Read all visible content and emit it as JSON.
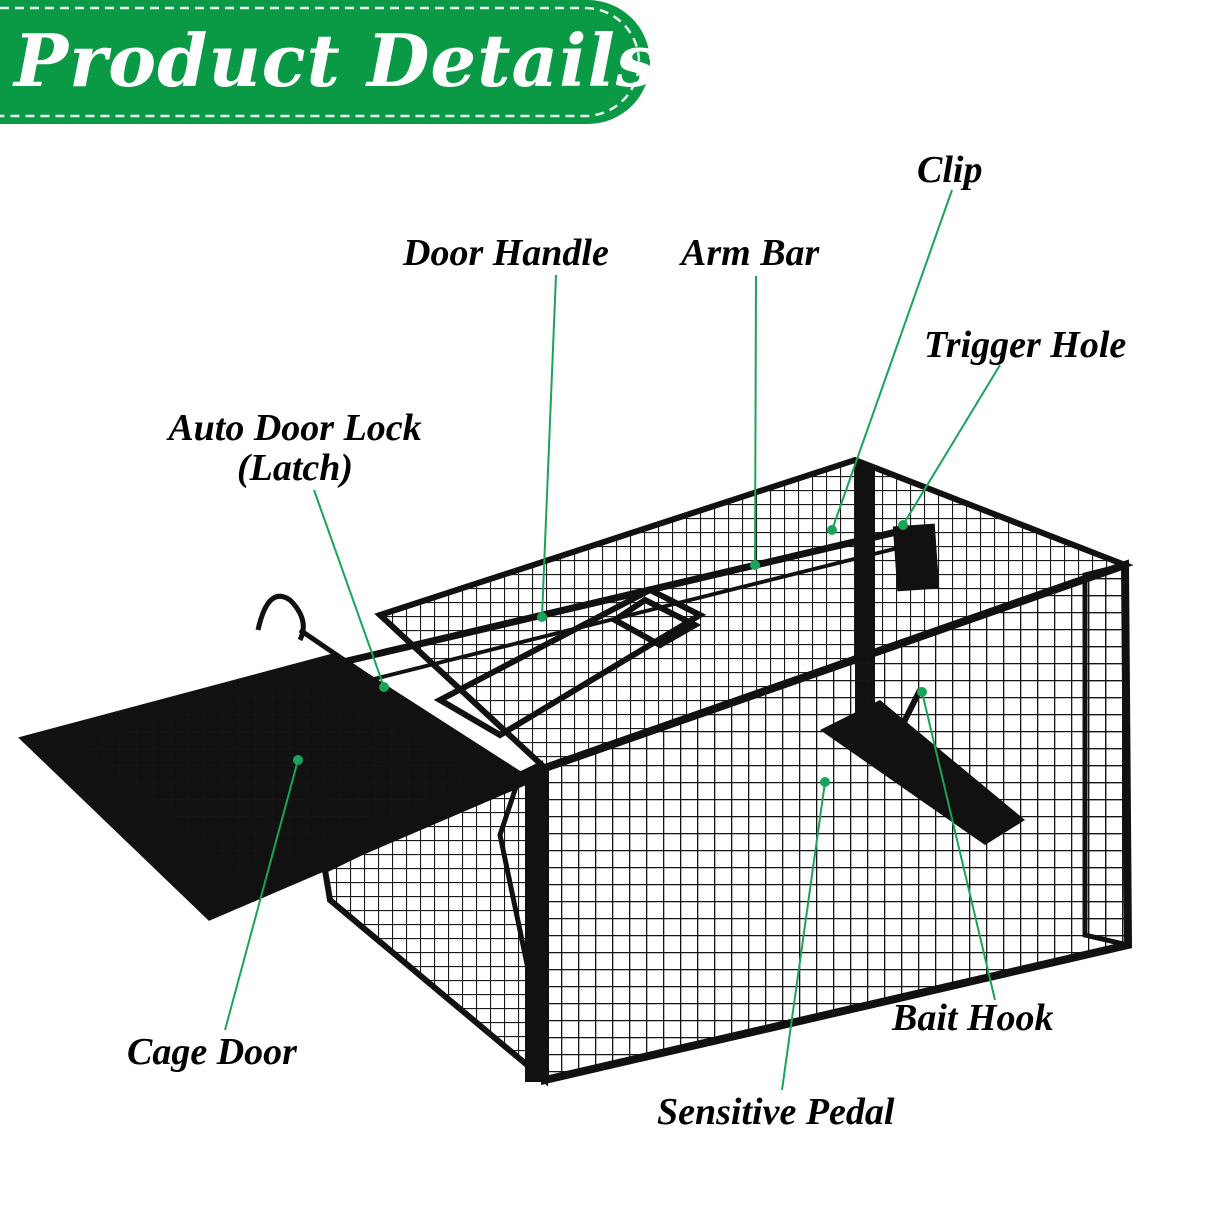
{
  "banner": {
    "title": "Product Details",
    "color": "#0a9a46"
  },
  "product": {
    "name": "cage-trap",
    "color": "#111111"
  },
  "leader_color": "#1aa35a",
  "callouts": {
    "clip": "Clip",
    "door_handle": "Door Handle",
    "arm_bar": "Arm Bar",
    "trigger_hole": "Trigger Hole",
    "auto_door_lock_1": "Auto Door Lock",
    "auto_door_lock_2": "(Latch)",
    "cage_door": "Cage Door",
    "bait_hook": "Bait Hook",
    "sensitive_pedal": "Sensitive Pedal"
  }
}
